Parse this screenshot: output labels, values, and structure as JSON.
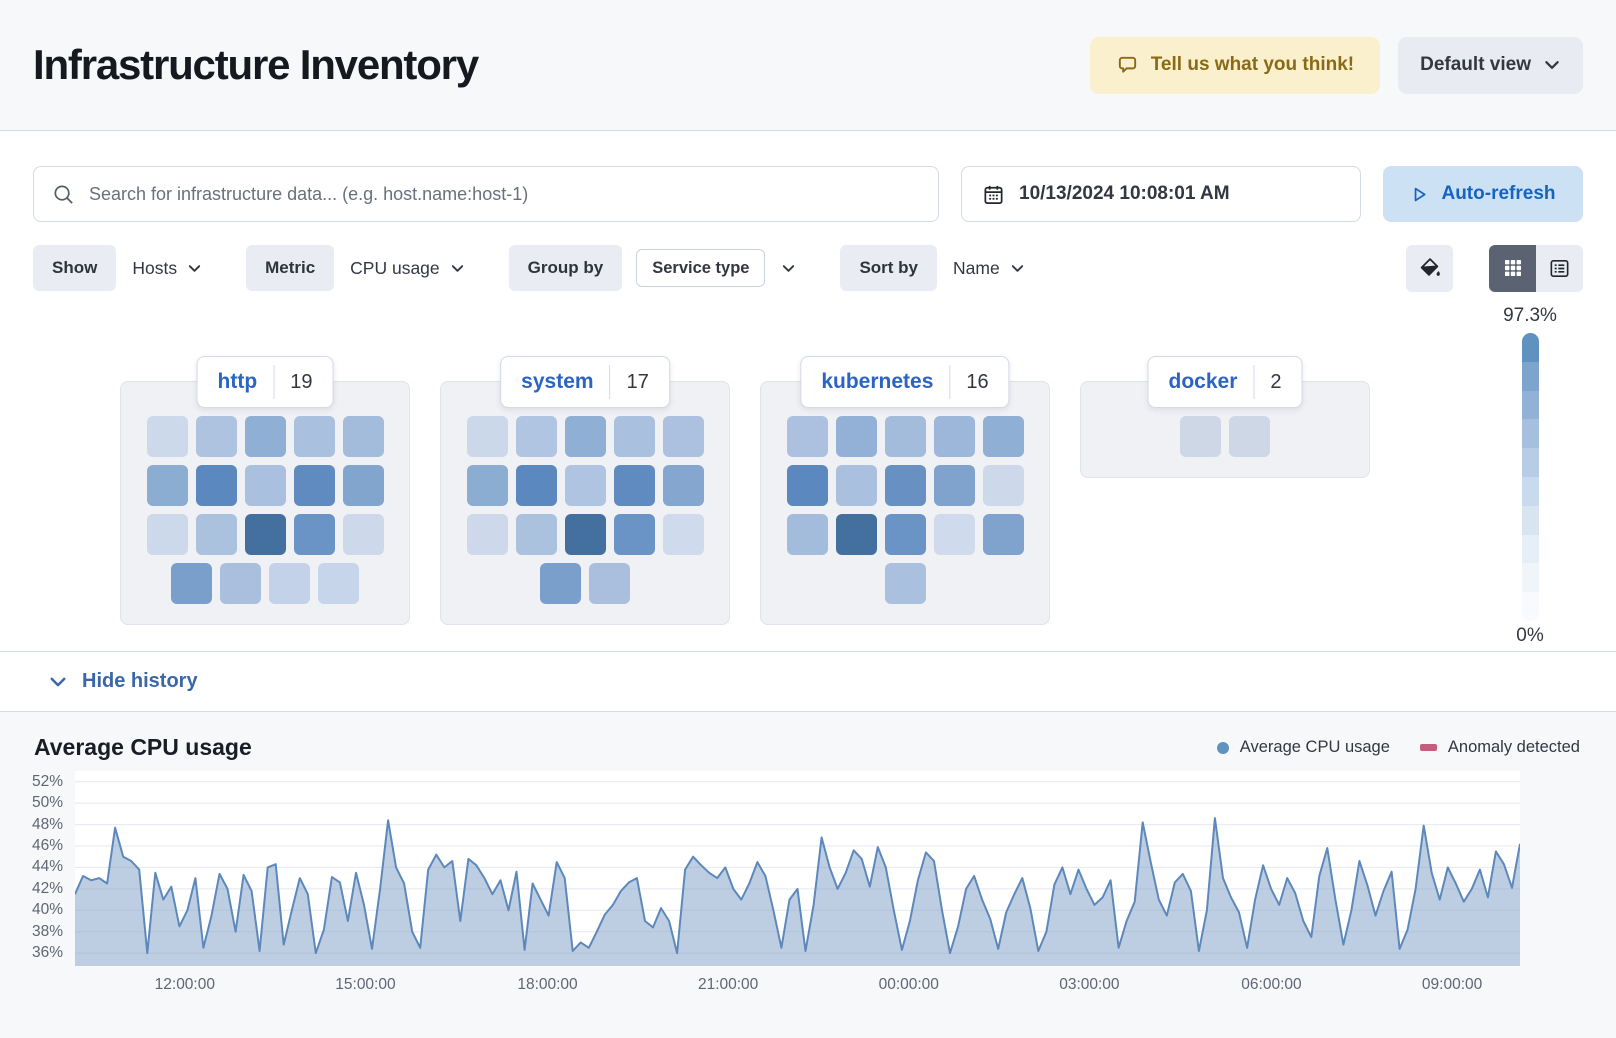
{
  "header": {
    "title": "Infrastructure Inventory",
    "feedback_label": "Tell us what you think!",
    "view_label": "Default view"
  },
  "toolbar": {
    "search_placeholder": "Search for infrastructure data... (e.g. host.name:host-1)",
    "datetime": "10/13/2024 10:08:01 AM",
    "auto_refresh_label": "Auto-refresh"
  },
  "filters": {
    "show_label": "Show",
    "show_value": "Hosts",
    "metric_label": "Metric",
    "metric_value": "CPU usage",
    "group_by_label": "Group by",
    "group_by_value": "Service type",
    "sort_label": "Sort by",
    "sort_value": "Name"
  },
  "scale": {
    "max_label": "97.3%",
    "min_label": "0%",
    "steps": [
      "#6092c0",
      "#7da4cd",
      "#91b2d6",
      "#a5c0de",
      "#b7cde5",
      "#c9daec",
      "#d9e4f1",
      "#e6eef7",
      "#f0f5fa",
      "#f8fafd"
    ]
  },
  "groups": [
    {
      "name": "http",
      "count": "19",
      "rows": [
        [
          "#ccd9ea",
          "#adc3e0",
          "#8fafd5",
          "#a9c0de",
          "#a3bcdc"
        ],
        [
          "#8cadd2",
          "#5b88bf",
          "#a9c0de",
          "#5f8bc1",
          "#82a5ce"
        ],
        [
          "#ccd9ea",
          "#abc2df",
          "#44709f",
          "#6b94c6",
          "#cdd9eb"
        ],
        [
          "#7b9fcb",
          "#a9bfdd",
          "#c3d2e8",
          "#c6d5e9"
        ]
      ]
    },
    {
      "name": "system",
      "count": "17",
      "rows": [
        [
          "#cbd8ea",
          "#b0c5e1",
          "#8fafd5",
          "#a9c0de",
          "#abc1df"
        ],
        [
          "#8cadd2",
          "#5b88bf",
          "#aec4e0",
          "#5f8bc1",
          "#84a6cf"
        ],
        [
          "#cdd9eb",
          "#abc2df",
          "#44709f",
          "#6b94c6",
          "#cfdbec"
        ],
        [
          "#7b9fcb",
          "#a9bfdd"
        ]
      ]
    },
    {
      "name": "kubernetes",
      "count": "16",
      "rows": [
        [
          "#abc1df",
          "#93b1d6",
          "#a3bcdc",
          "#9cb7d9",
          "#8fafd5"
        ],
        [
          "#5b88bf",
          "#a9c0de",
          "#6890c3",
          "#7fa3cd",
          "#cdd9eb"
        ],
        [
          "#a3bcdc",
          "#44709f",
          "#6b94c6",
          "#cfdbec",
          "#7fa3cd"
        ],
        [
          "#a9c0de"
        ]
      ]
    },
    {
      "name": "docker",
      "count": "2",
      "rows": [
        [
          "#cdd7e5",
          "#cdd7e5"
        ]
      ]
    }
  ],
  "history": {
    "toggle_label": "Hide history"
  },
  "chart_data": {
    "type": "area",
    "title": "Average CPU usage",
    "legend": [
      {
        "label": "Average CPU usage",
        "color": "#6092c0",
        "marker": "dot"
      },
      {
        "label": "Anomaly detected",
        "color": "#c75d7e",
        "marker": "rect"
      }
    ],
    "y_ticks": [
      "52%",
      "50%",
      "48%",
      "46%",
      "44%",
      "42%",
      "40%",
      "38%",
      "36%"
    ],
    "y_tick_values": [
      52,
      50,
      48,
      46,
      44,
      42,
      40,
      38,
      36
    ],
    "ylim": [
      34.8,
      53
    ],
    "x_ticks": [
      "12:00:00",
      "15:00:00",
      "18:00:00",
      "21:00:00",
      "00:00:00",
      "03:00:00",
      "06:00:00",
      "09:00:00"
    ],
    "x_tick_fractions": [
      0.076,
      0.201,
      0.327,
      0.452,
      0.577,
      0.702,
      0.828,
      0.953
    ],
    "grid": true,
    "legend_position": "top-right",
    "line_color": "#5d88bb",
    "fill_color": "rgba(125,157,197,0.5)",
    "grid_color": "#e4e8ef",
    "values": [
      41.5,
      43.2,
      42.8,
      43.0,
      42.5,
      47.7,
      45.0,
      44.6,
      43.8,
      36.0,
      43.5,
      41.0,
      42.2,
      38.5,
      40.0,
      43.0,
      36.5,
      39.5,
      43.4,
      42.0,
      38.0,
      43.3,
      41.8,
      36.2,
      44.0,
      44.3,
      36.8,
      40.0,
      43.0,
      41.5,
      36.0,
      38.2,
      43.1,
      42.6,
      39.0,
      43.5,
      40.5,
      36.4,
      42.0,
      48.4,
      44.0,
      42.5,
      38.0,
      36.5,
      43.8,
      45.2,
      44.0,
      44.6,
      39.0,
      44.8,
      44.2,
      43.0,
      41.5,
      42.8,
      40.0,
      43.6,
      36.3,
      42.5,
      41.0,
      39.5,
      44.5,
      43.0,
      36.2,
      37.0,
      36.5,
      38.0,
      39.6,
      40.5,
      41.8,
      42.6,
      43.0,
      39.0,
      38.4,
      40.2,
      39.0,
      36.0,
      43.8,
      45.0,
      44.2,
      43.5,
      43.0,
      44.0,
      42.0,
      41.0,
      42.5,
      44.5,
      43.2,
      40.0,
      36.5,
      41.0,
      42.0,
      36.2,
      40.5,
      46.8,
      44.0,
      42.0,
      43.5,
      45.6,
      44.8,
      42.2,
      45.9,
      44.0,
      40.0,
      36.3,
      39.0,
      42.8,
      45.4,
      44.6,
      40.0,
      36.0,
      38.5,
      42.0,
      43.2,
      41.0,
      39.2,
      36.4,
      39.8,
      41.5,
      43.0,
      40.2,
      36.2,
      38.0,
      42.4,
      44.0,
      41.5,
      43.8,
      42.0,
      40.5,
      41.2,
      42.8,
      36.5,
      39.0,
      40.8,
      48.2,
      44.5,
      41.0,
      39.5,
      42.6,
      43.4,
      41.8,
      36.2,
      40.0,
      48.6,
      43.0,
      41.2,
      39.8,
      36.5,
      41.0,
      44.2,
      42.0,
      40.5,
      43.0,
      41.6,
      39.0,
      37.5,
      43.2,
      45.8,
      41.0,
      36.8,
      40.0,
      44.6,
      42.3,
      39.5,
      41.8,
      43.6,
      36.4,
      38.2,
      42.0,
      47.9,
      43.5,
      41.0,
      44.0,
      42.5,
      40.8,
      42.0,
      43.8,
      41.2,
      45.5,
      44.3,
      42.1,
      46.2
    ]
  }
}
